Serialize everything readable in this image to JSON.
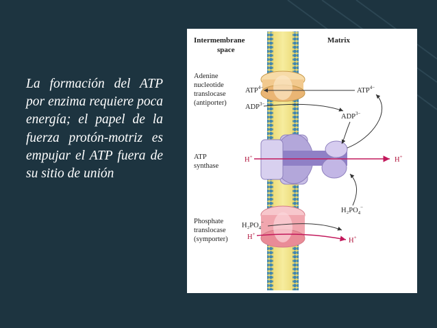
{
  "slide": {
    "body_text": "La formación del ATP por enzima requiere poca energía; el papel de la fuerza protón-motriz es empujar el ATP fuera de su sitio de unión",
    "colors": {
      "background": "#1d3440",
      "accent_lines": "#2f4a57"
    }
  },
  "figure": {
    "compartments": {
      "left_line1": "Intermembrane",
      "left_line2": "space",
      "right": "Matrix"
    },
    "proteins": [
      {
        "name_line1": "Adenine",
        "name_line2": "nucleotide",
        "name_line3": "translocase",
        "name_line4": "(antiporter)",
        "color": "#f2c98e"
      },
      {
        "name_line1": "ATP",
        "name_line2": "synthase",
        "color": "#a79bd0"
      },
      {
        "name_line1": "Phosphate",
        "name_line2": "translocase",
        "name_line3": "(symporter)",
        "color": "#f0a6ae"
      }
    ],
    "molecules": {
      "atp_left": "ATP",
      "atp_left_charge": "4−",
      "adp_left": "ADP",
      "adp_left_charge": "3−",
      "atp_right": "ATP",
      "atp_right_charge": "4−",
      "adp_right": "ADP",
      "adp_right_charge": "3−",
      "h_synthase_left": "H",
      "h_synthase_right": "H",
      "h_charge": "+",
      "h2po4_right": "H₂PO",
      "h2po4_right_sub": "4",
      "h2po4_right_charge": "−",
      "h2po4_left": "H₂PO",
      "h2po4_left_sub": "4",
      "h2po4_left_charge": "−",
      "h_phos_left": "H",
      "h_phos_right": "H"
    }
  }
}
